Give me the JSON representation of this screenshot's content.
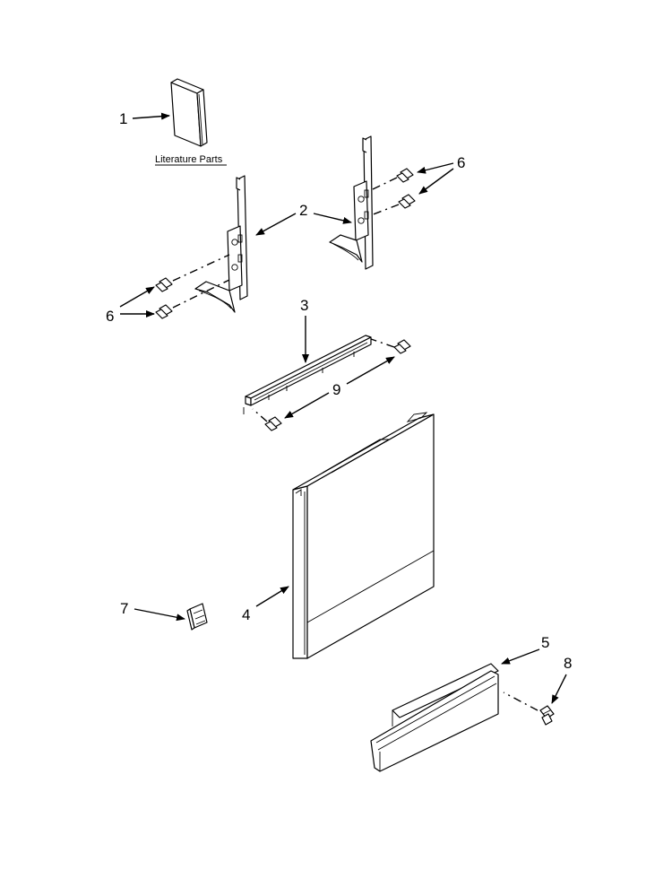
{
  "literature_caption": "Literature Parts",
  "callouts": {
    "c1": "1",
    "c2": "2",
    "c3": "3",
    "c4": "4",
    "c5": "5",
    "c6_right": "6",
    "c6_left": "6",
    "c7": "7",
    "c8": "8",
    "c9": "9"
  }
}
